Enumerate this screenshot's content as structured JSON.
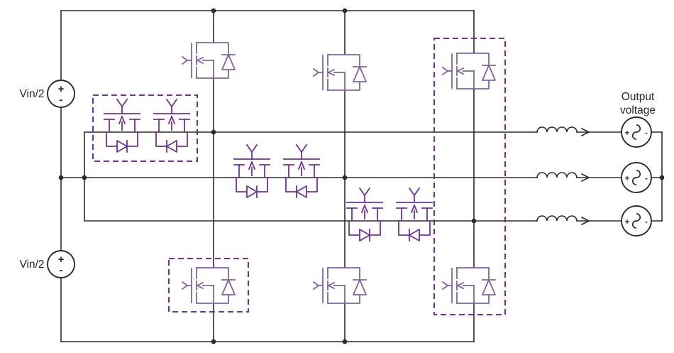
{
  "diagram": {
    "type": "circuit-schematic",
    "description": "Three-phase T-type (neutral-point-clamped) inverter with bidirectional switch pairs, three output inductors and three-phase output voltage sources",
    "labels": {
      "dc_source_top": "Vin/2",
      "dc_source_bottom": "Vin/2",
      "output_label_line1": "Output",
      "output_label_line2": "voltage"
    },
    "symbols": {
      "plus": "+",
      "minus": "-"
    },
    "colors": {
      "wire": "#2b2b2b",
      "mosfet": "#8064A2",
      "bidirectional_switch": "#7030A0",
      "highlight_box": "#7030A0",
      "ac_plus": "#1F3864",
      "ac_minus": "#C00000",
      "background": "#ffffff"
    }
  }
}
